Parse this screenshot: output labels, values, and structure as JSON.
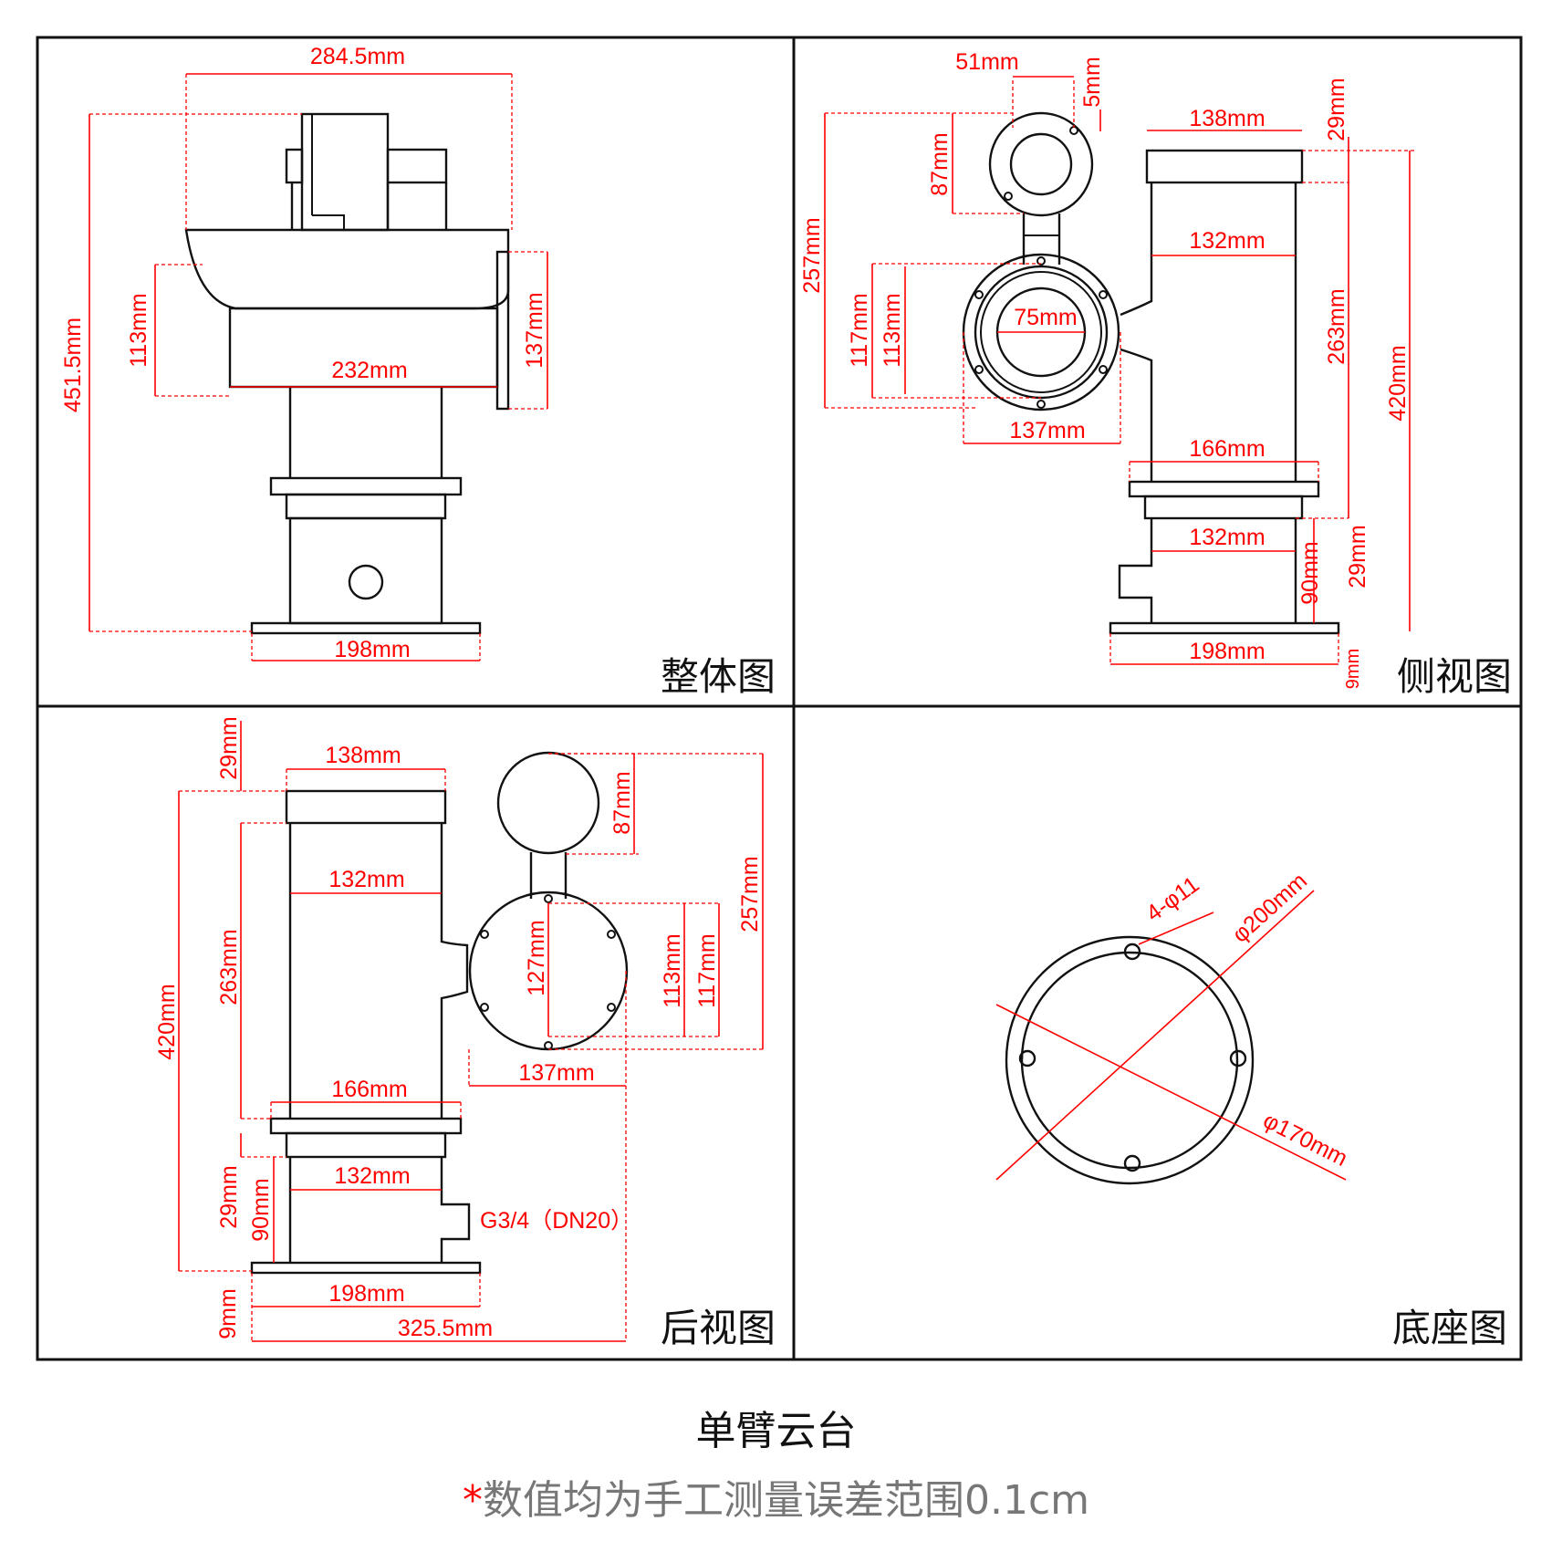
{
  "panels": {
    "overall": {
      "title": "整体图"
    },
    "side": {
      "title": "侧视图"
    },
    "rear": {
      "title": "后视图"
    },
    "base": {
      "title": "底座图"
    }
  },
  "overall_dims": {
    "top_width": "284.5mm",
    "total_height": "451.5mm",
    "hood_113": "113mm",
    "housing_137": "137mm",
    "housing_width": "232mm",
    "base_width": "198mm"
  },
  "side_dims": {
    "cam_51": "51mm",
    "cam_5": "5mm",
    "cam_87": "87mm",
    "height_257": "257mm",
    "ring_117": "117mm",
    "ring_113": "113mm",
    "lens_75": "75mm",
    "ring_137": "137mm",
    "cap_138": "138mm",
    "cap_29": "29mm",
    "body_132": "132mm",
    "body_263": "263mm",
    "total_420": "420mm",
    "flange_166": "166mm",
    "lower_132": "132mm",
    "lower_90": "90mm",
    "lower_29": "29mm",
    "base_198": "198mm",
    "base_9": "9mm"
  },
  "rear_dims": {
    "top_29": "29mm",
    "cap_138": "138mm",
    "body_132": "132mm",
    "body_263": "263mm",
    "total_420": "420mm",
    "cam_87": "87mm",
    "height_257": "257mm",
    "ring_127": "127mm",
    "ring_113": "113mm",
    "ring_117": "117mm",
    "ring_137": "137mm",
    "flange_166": "166mm",
    "lower_132": "132mm",
    "lower_29": "29mm",
    "lower_90": "90mm",
    "port_label": "G3/4（DN20）",
    "base_198": "198mm",
    "base_9": "9mm",
    "overall_325": "325.5mm"
  },
  "base_dims": {
    "holes": "4-φ11",
    "outer_dia": "φ200mm",
    "pcd": "φ170mm"
  },
  "footer": {
    "title": "单臂云台",
    "note_star": "*",
    "note_text": "数值均为手工测量误差范围0.1cm"
  },
  "colors": {
    "outline": "#111111",
    "dimension": "#ff0000",
    "note": "#777777"
  }
}
